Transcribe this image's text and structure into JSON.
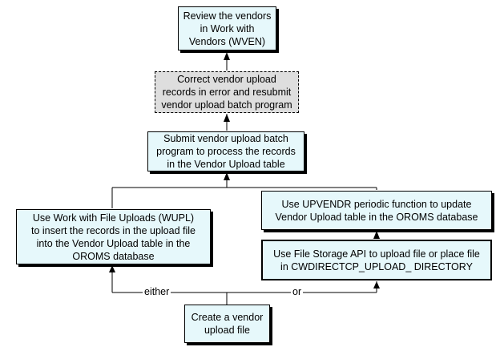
{
  "steps": {
    "create_file": "Create a vendor\nupload file",
    "wupl": "Use Work with File Uploads (WUPL)\nto insert the records in the upload file\ninto the Vendor Upload table in the\nOROMS database",
    "file_storage": "Use File Storage API to upload file or place file\nin CWDIRECTCP_UPLOAD_ DIRECTORY",
    "upvendr": "Use UPVENDR periodic function to update\nVendor Upload table in the OROMS database",
    "submit_batch": "Submit vendor upload batch\nprogram to process the records\nin the Vendor Upload table",
    "correct": "Correct vendor upload\nrecords in error and resubmit\nvendor upload batch program",
    "review": "Review the vendors\nin Work with\nVendors (WVEN)"
  },
  "labels": {
    "either": "either",
    "or": "or"
  },
  "colors": {
    "box_fill": "#e6f8fb",
    "dashed_fill": "#dedede",
    "line": "#000000"
  }
}
